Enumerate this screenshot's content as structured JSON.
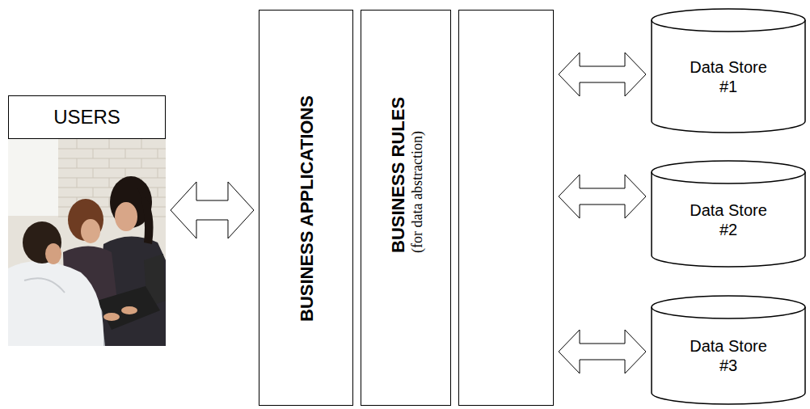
{
  "diagram": {
    "nodes": [
      {
        "text": [
          "USERS"
        ]
      },
      {
        "text": [
          "BUSINESS APPLICATIONS"
        ]
      },
      {
        "text": [
          "BUSINESS RULES",
          "(for data abstraction)"
        ]
      },
      {
        "text": []
      },
      {
        "text": [
          "Data Store #1"
        ]
      },
      {
        "text": [
          "Data Store #2"
        ]
      },
      {
        "text": [
          "Data Store #3"
        ]
      }
    ],
    "edges": [
      {
        "from": 0,
        "to": 1,
        "arrow": "both"
      },
      {
        "from": 3,
        "to": 4,
        "arrow": "both"
      },
      {
        "from": 3,
        "to": 5,
        "arrow": "both"
      },
      {
        "from": 3,
        "to": 6,
        "arrow": "both"
      }
    ]
  }
}
